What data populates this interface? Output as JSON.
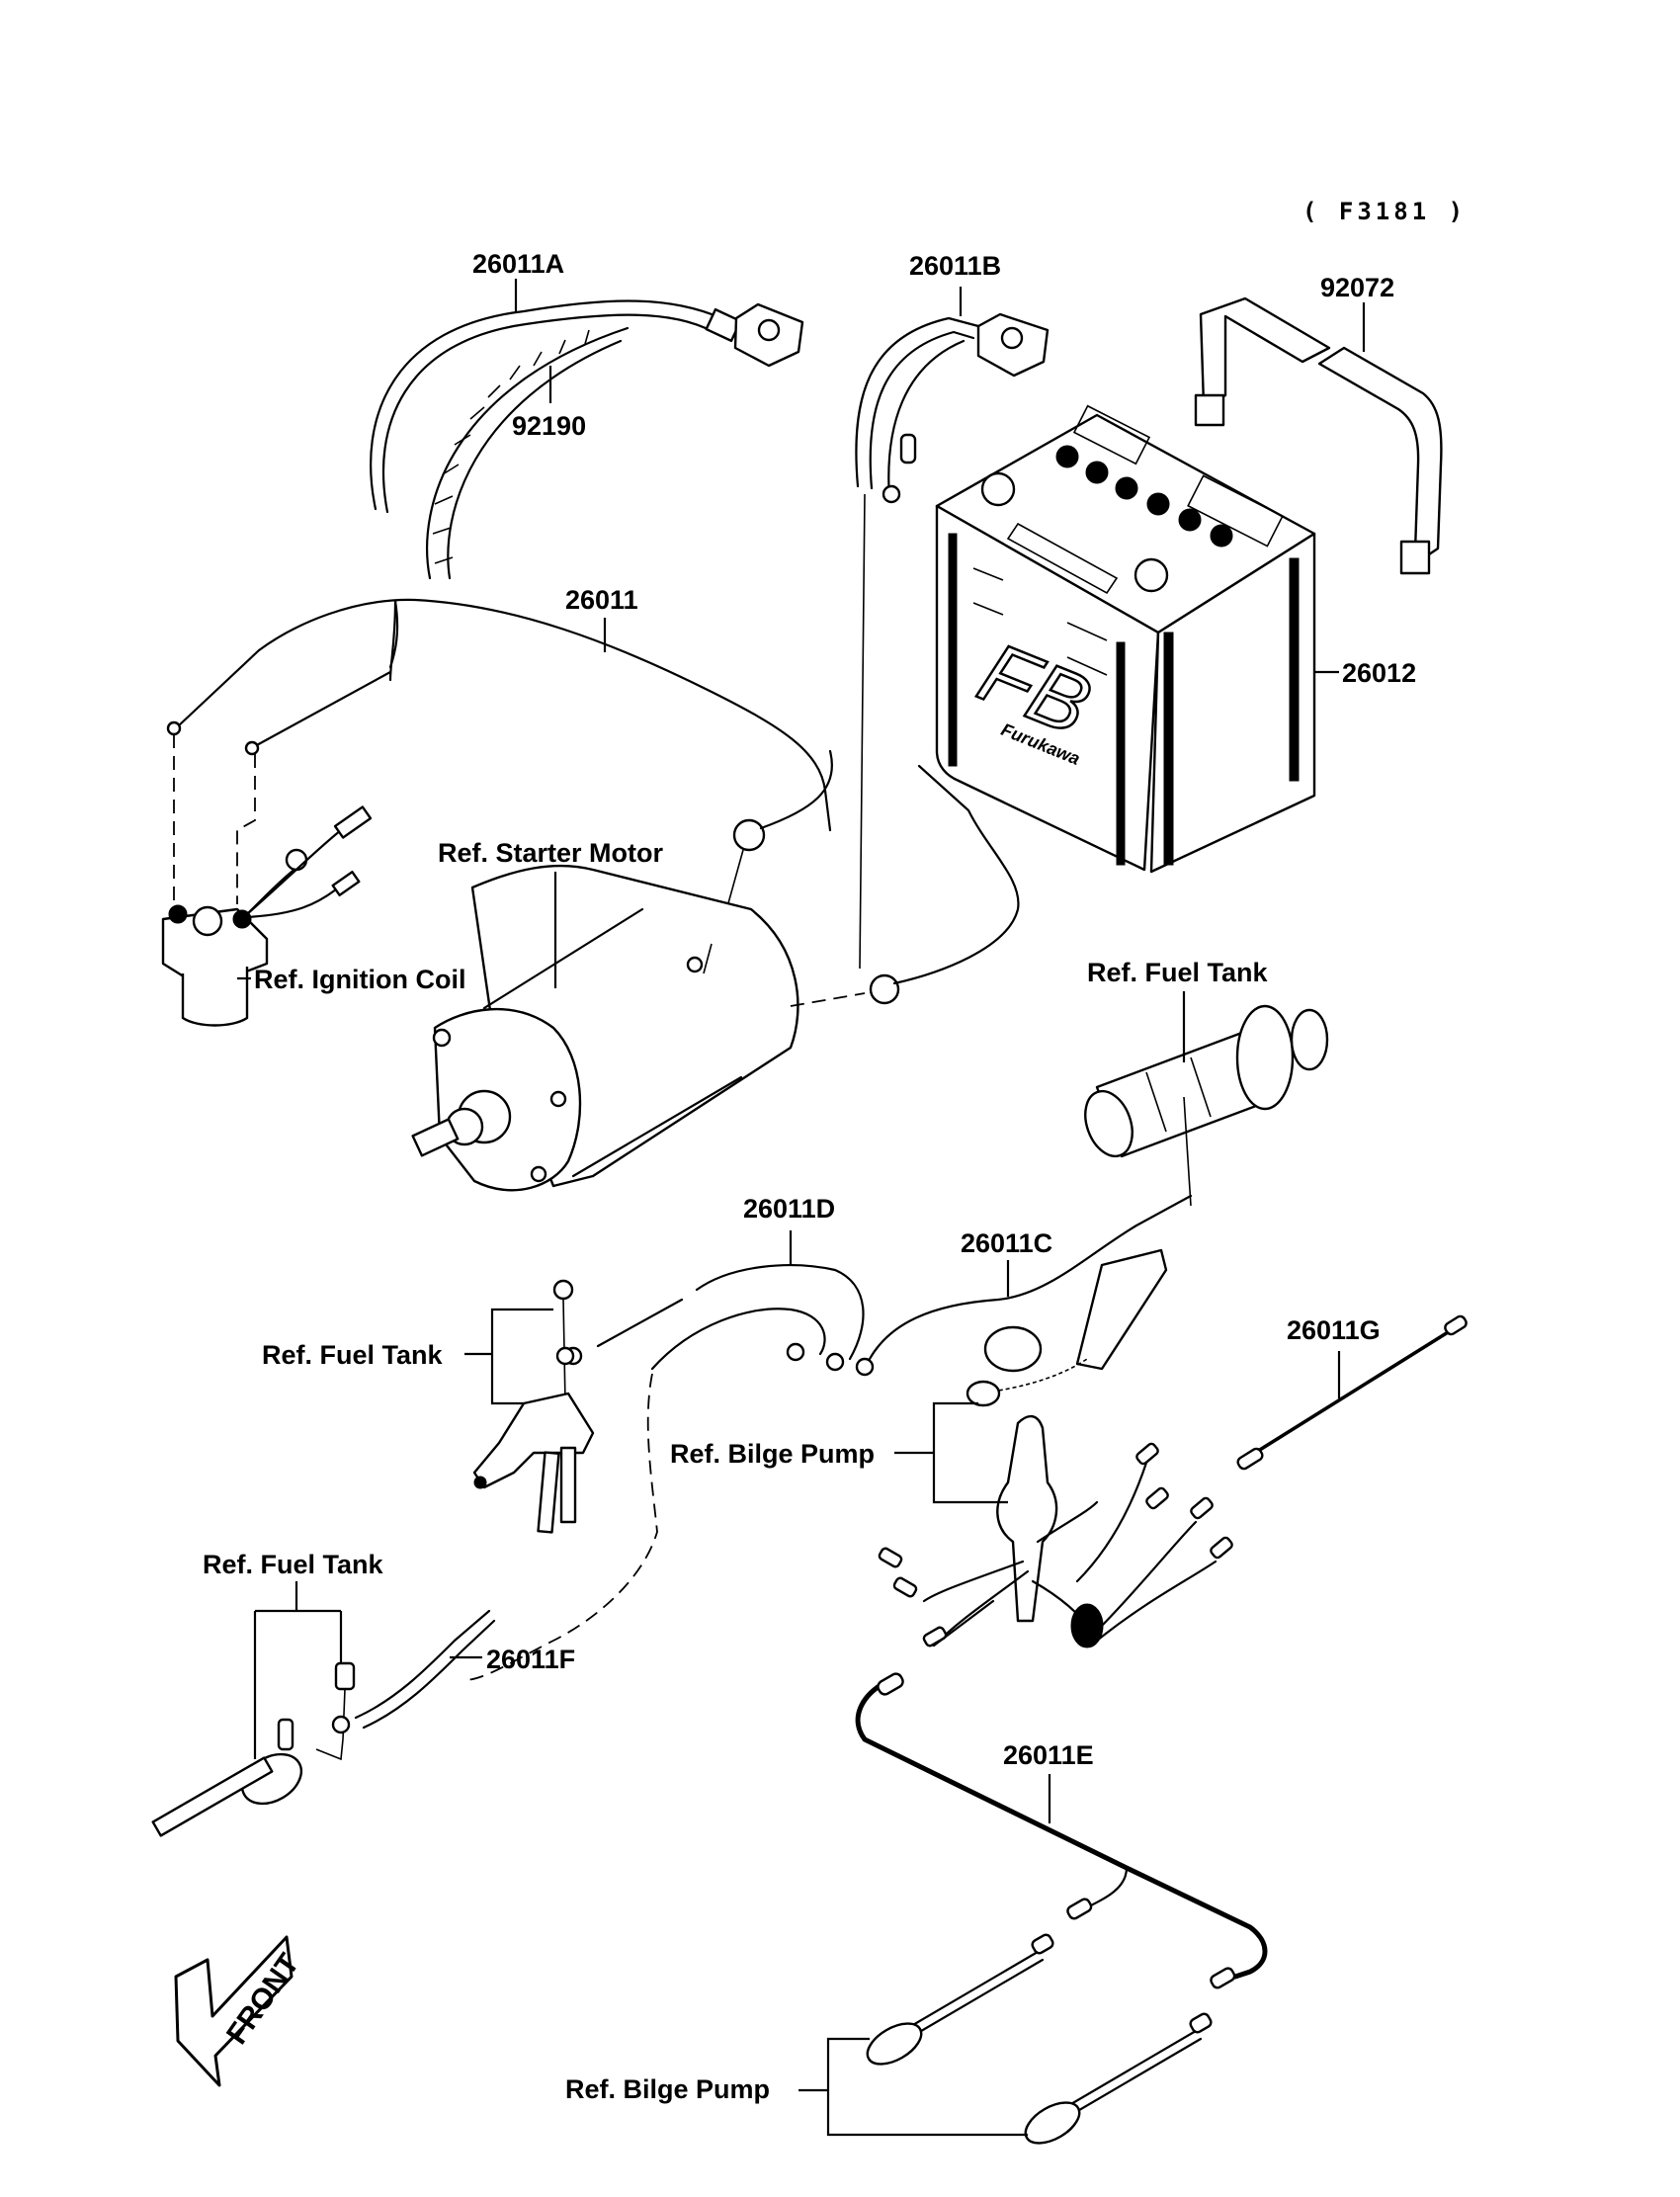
{
  "diagram": {
    "figure_code": "( F3181 )",
    "direction_indicator": "FRONT",
    "parts": {
      "p26011A": "26011A",
      "p92190": "92190",
      "p26011B": "26011B",
      "p92072": "92072",
      "p26011": "26011",
      "p26012": "26012",
      "p26011D": "26011D",
      "p26011C": "26011C",
      "p26011G": "26011G",
      "p26011F": "26011F",
      "p26011E": "26011E"
    },
    "references": {
      "starter_motor": "Ref. Starter Motor",
      "ignition_coil": "Ref. Ignition Coil",
      "fuel_tank_upper": "Ref. Fuel Tank",
      "fuel_tank_middle": "Ref. Fuel Tank",
      "fuel_tank_lower": "Ref. Fuel Tank",
      "bilge_pump_upper": "Ref. Bilge Pump",
      "bilge_pump_lower": "Ref. Bilge Pump"
    },
    "battery": {
      "brand_mark": "FB",
      "brand_sub": "Furukawa"
    }
  }
}
